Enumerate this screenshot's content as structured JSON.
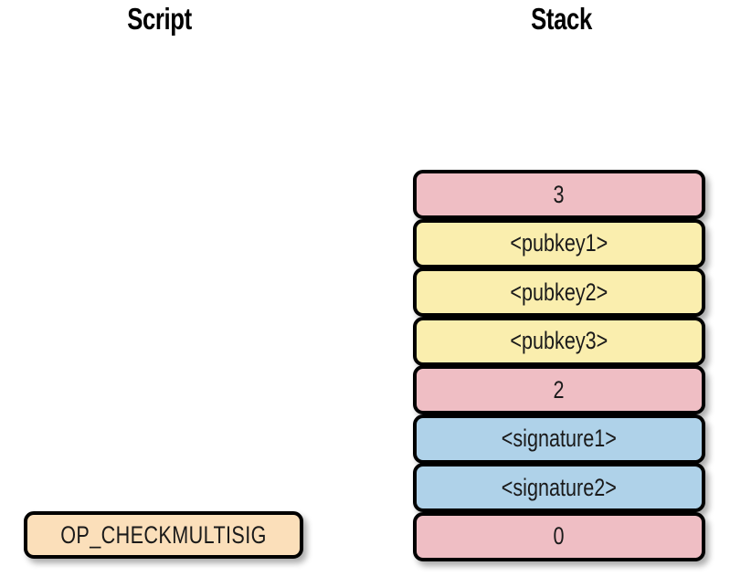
{
  "columns": {
    "script": {
      "title": "Script"
    },
    "stack": {
      "title": "Stack"
    }
  },
  "colors": {
    "pink": "#efbec4",
    "yellow": "#faeeae",
    "blue": "#afd2e9",
    "peach": "#fbdfba",
    "border": "#000000",
    "background": "#ffffff",
    "text": "#1a1a1a"
  },
  "script_items": [
    {
      "label": "OP_CHECKMULTISIG",
      "color_name": "peach"
    }
  ],
  "stack_items": [
    {
      "label": "3",
      "color_name": "pink"
    },
    {
      "label": "<pubkey1>",
      "color_name": "yellow"
    },
    {
      "label": "<pubkey2>",
      "color_name": "yellow"
    },
    {
      "label": "<pubkey3>",
      "color_name": "yellow"
    },
    {
      "label": "2",
      "color_name": "pink"
    },
    {
      "label": "<signature1>",
      "color_name": "blue"
    },
    {
      "label": "<signature2>",
      "color_name": "blue"
    },
    {
      "label": "0",
      "color_name": "pink"
    }
  ]
}
